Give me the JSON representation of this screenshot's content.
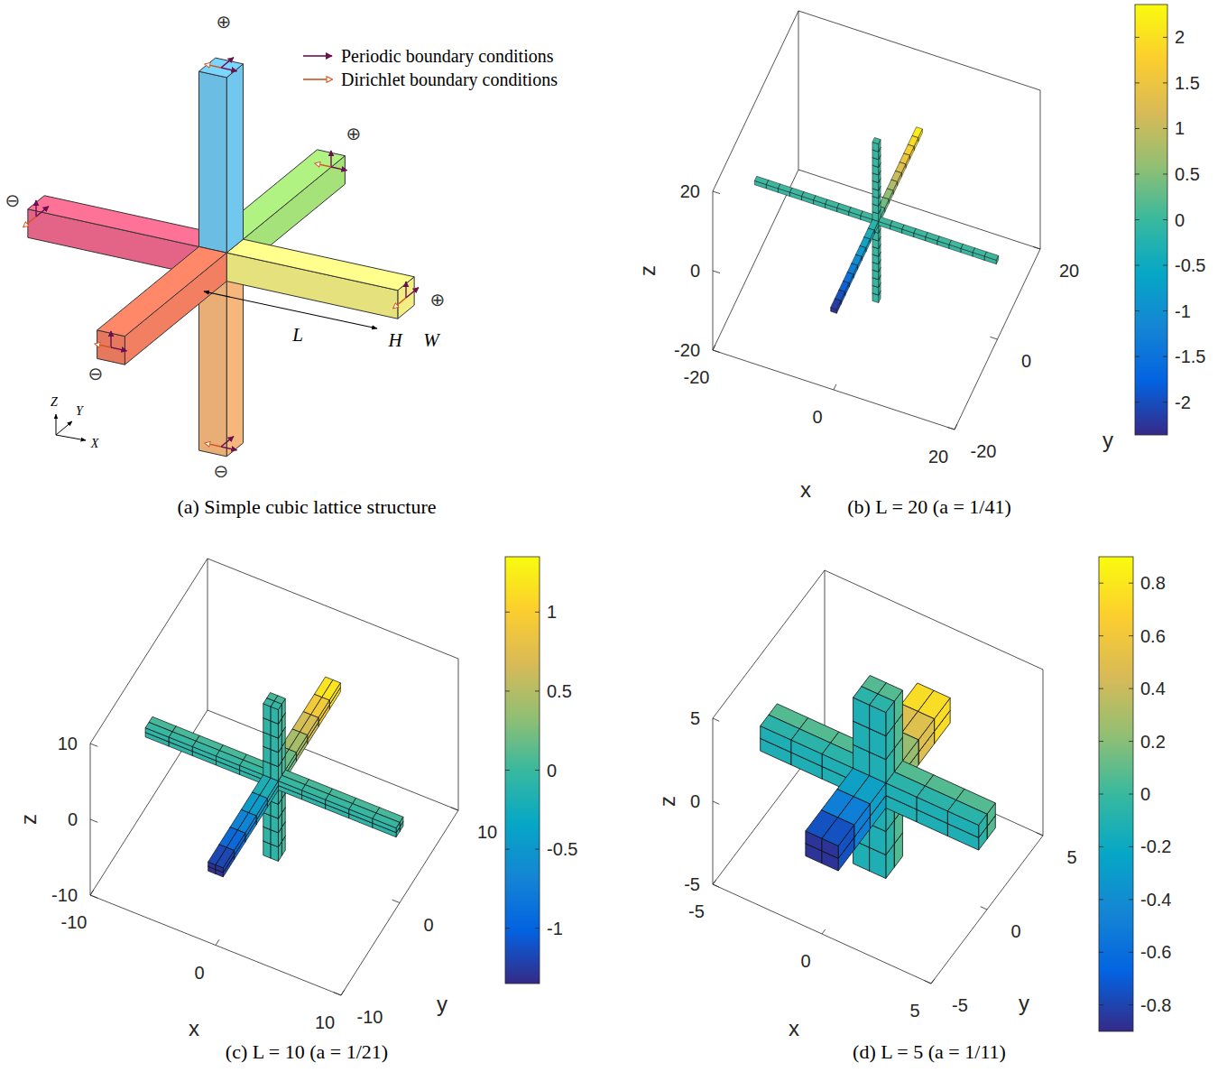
{
  "diagram": {
    "labels": [
      "⊕",
      "⊕",
      "⊕",
      "⊖",
      "⊖",
      "⊖",
      "L",
      "H",
      "W",
      "Z",
      "Y",
      "X",
      "(a) Simple cubic lattice structure",
      "z",
      "x",
      "y",
      "20",
      "0",
      "-20",
      "-20",
      "0",
      "20",
      "-20",
      "0",
      "20",
      "2",
      "1.5",
      "1",
      "0.5",
      "0",
      "-0.5",
      "-1",
      "-1.5",
      "-2",
      "(b) L = 20 (a = 1/41)",
      "z",
      "x",
      "y",
      "10",
      "0",
      "-10",
      "-10",
      "0",
      "10",
      "-10",
      "0",
      "10",
      "1",
      "0.5",
      "0",
      "-0.5",
      "-1",
      "(c) L = 10 (a = 1/21)",
      "z",
      "x",
      "y",
      "5",
      "0",
      "-5",
      "-5",
      "0",
      "5",
      "-5",
      "0",
      "5",
      "0.8",
      "0.6",
      "0.4",
      "0.2",
      "0",
      "-0.2",
      "-0.4",
      "-0.6",
      "-0.8",
      "(d) L = 5 (a = 1/11)"
    ],
    "legend": [
      {
        "text": "Periodic boundary conditions"
      },
      {
        "text": "Dirichlet boundary conditions"
      }
    ]
  }
}
